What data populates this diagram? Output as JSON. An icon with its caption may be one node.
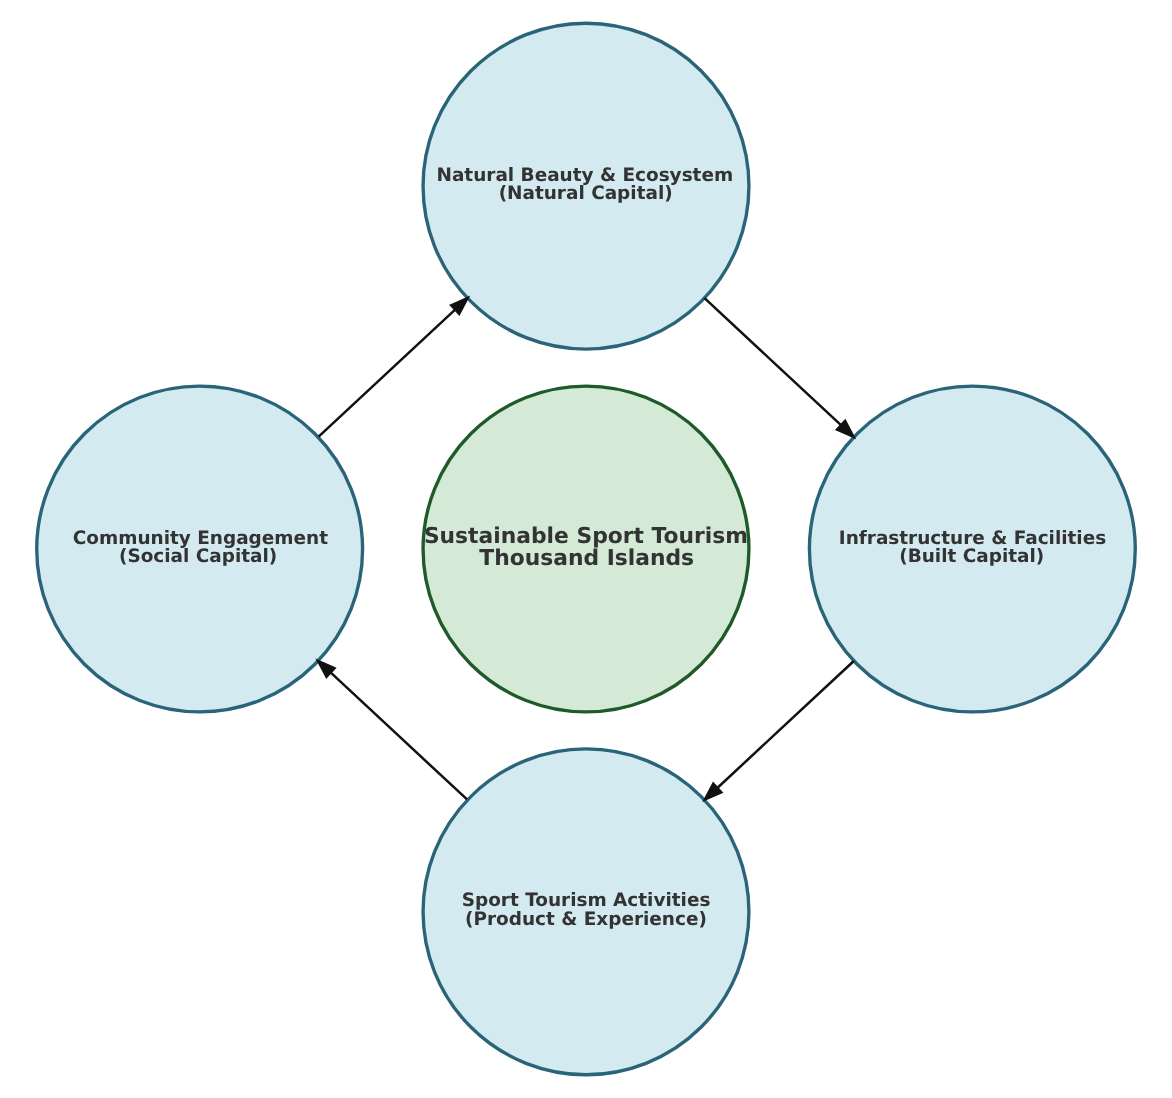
{
  "diagram": {
    "nodes": [
      {
        "text": [
          "Natural Beauty & Ecosystem",
          "(Natural Capital)"
        ]
      },
      {
        "text": [
          "Community Engagement",
          "(Social Capital)"
        ]
      },
      {
        "text": [
          "Sustainable Sport Tourism",
          "Thousand Islands"
        ]
      },
      {
        "text": [
          "Infrastructure & Facilities",
          "(Built Capital)"
        ]
      },
      {
        "text": [
          "Sport Tourism Activities",
          "(Product & Experience)"
        ]
      }
    ],
    "edges": [
      {
        "from": 0,
        "to": 3,
        "arrow": "to"
      },
      {
        "from": 3,
        "to": 4,
        "arrow": "to"
      },
      {
        "from": 4,
        "to": 1,
        "arrow": "to"
      },
      {
        "from": 1,
        "to": 0,
        "arrow": "to"
      }
    ]
  }
}
